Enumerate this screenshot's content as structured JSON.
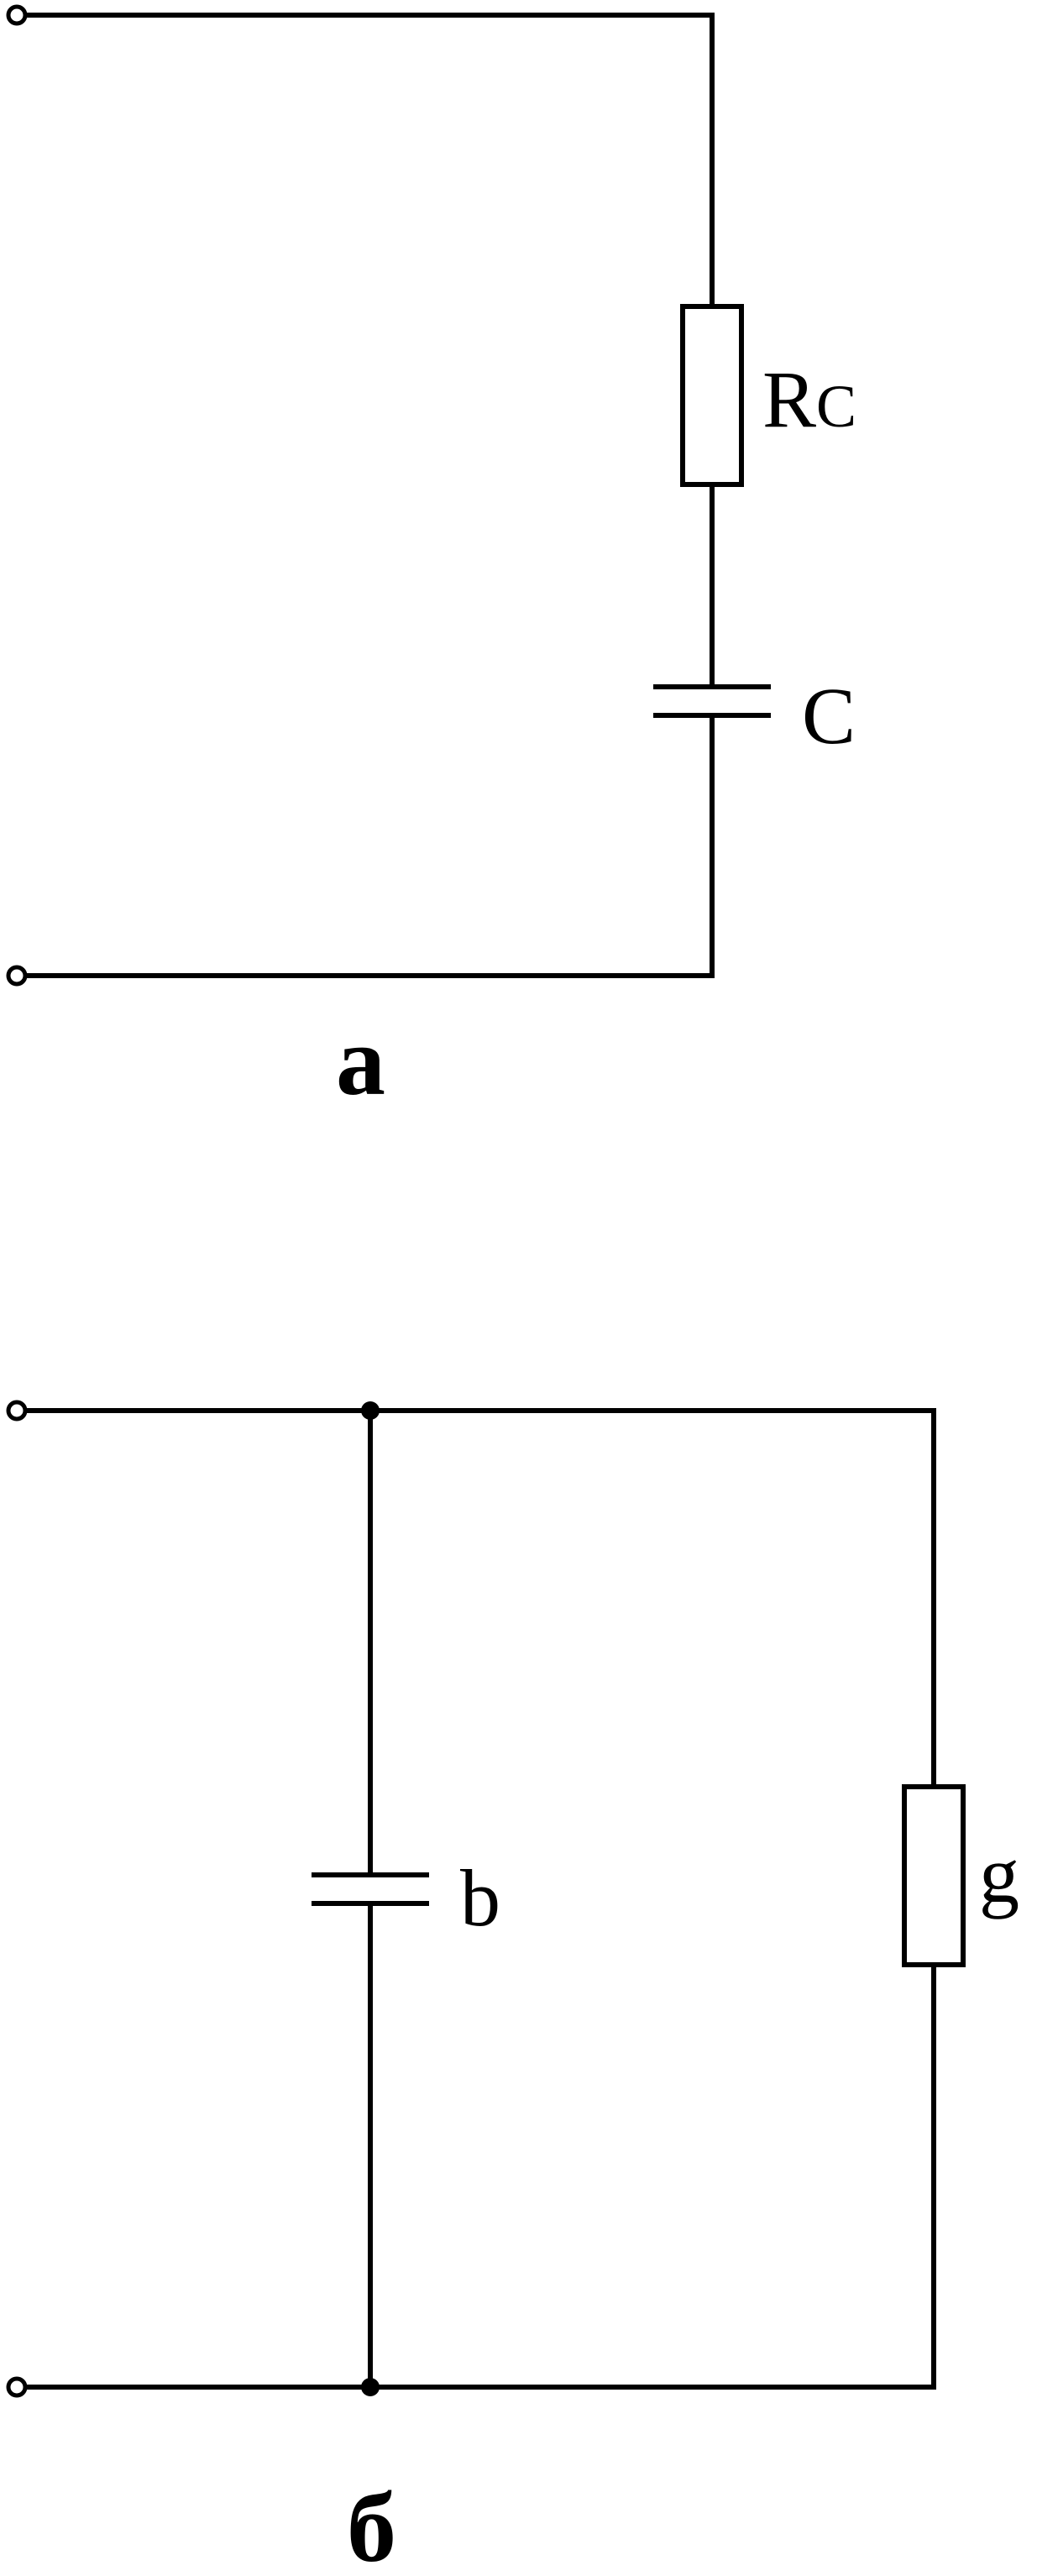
{
  "circuit_a": {
    "caption": "a",
    "resistor": {
      "label_main": "R",
      "label_sub": "C"
    },
    "capacitor": {
      "label": "C"
    }
  },
  "circuit_b": {
    "caption": "б",
    "capacitor": {
      "label": "b"
    },
    "resistor": {
      "label": "g"
    }
  }
}
